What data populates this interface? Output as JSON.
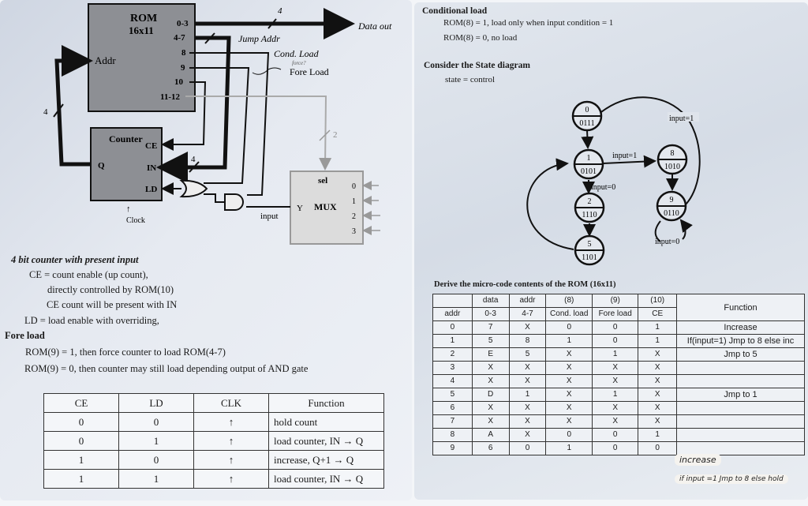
{
  "left_page": {
    "diagram": {
      "rom_title": "ROM",
      "rom_size": "16x11",
      "rom_addr": "Addr",
      "rom_pins": [
        "0-3",
        "4-7",
        "8",
        "9",
        "10",
        "11-12"
      ],
      "bus_width_data": "4",
      "bus_width_feedback": "4",
      "bus_width_in": "4",
      "bus_width_sel": "2",
      "data_out": "Data out",
      "jump_addr": "Jump Addr",
      "cond_load": "Cond. Load",
      "fore_load": "Fore Load",
      "fore_note": "force?",
      "counter_title": "Counter",
      "counter_pins": [
        "CE",
        "IN",
        "LD"
      ],
      "counter_q": "Q",
      "clock": "Clock",
      "mux_sel": "sel",
      "mux_title": "MUX",
      "mux_y": "Y",
      "mux_inputs": [
        "0",
        "1",
        "2",
        "3"
      ],
      "input_label": "input"
    },
    "description": {
      "heading": "4 bit counter with present input",
      "lines": [
        "CE = count enable (up count),",
        "directly controlled by ROM(10)",
        "CE count will be present with IN",
        "LD = load enable with overriding,"
      ],
      "fore_heading": "Fore load",
      "fore_lines": [
        "ROM(9) = 1, then force counter to load ROM(4-7)",
        "ROM(9) = 0, then counter may still load depending output of AND gate"
      ]
    },
    "counter_table": {
      "headers": [
        "CE",
        "LD",
        "CLK",
        "Function"
      ],
      "rows": [
        [
          "0",
          "0",
          "↑",
          "hold count"
        ],
        [
          "0",
          "1",
          "↑",
          "load counter, IN → Q"
        ],
        [
          "1",
          "0",
          "↑",
          "increase, Q+1 → Q"
        ],
        [
          "1",
          "1",
          "↑",
          "load counter, IN → Q"
        ]
      ]
    }
  },
  "right_page": {
    "cond_heading": "Conditional load",
    "cond_lines": [
      "ROM(8) = 1, load only when input condition = 1",
      "ROM(8) = 0, no load"
    ],
    "state_heading": "Consider the State diagram",
    "state_sub": "state = control",
    "states": [
      {
        "id": "0",
        "code": "0111"
      },
      {
        "id": "1",
        "code": "0101"
      },
      {
        "id": "2",
        "code": "1110"
      },
      {
        "id": "5",
        "code": "1101"
      },
      {
        "id": "8",
        "code": "1010"
      },
      {
        "id": "9",
        "code": "0110"
      }
    ],
    "transitions": {
      "t1_8": "input=1",
      "t1_2": "input=0",
      "t9_0": "input=1",
      "t9_9": "input=0"
    },
    "rom_table": {
      "title": "Derive the micro-code contents of the ROM (16x11)",
      "header_top": [
        "",
        "data",
        "addr",
        "(8)",
        "(9)",
        "(10)"
      ],
      "header_bottom": [
        "addr",
        "0-3",
        "4-7",
        "Cond. load",
        "Fore load",
        "CE"
      ],
      "function_header": "Function",
      "rows": [
        [
          "0",
          "7",
          "X",
          "0",
          "0",
          "1"
        ],
        [
          "1",
          "5",
          "8",
          "1",
          "0",
          "1"
        ],
        [
          "2",
          "E",
          "5",
          "X",
          "1",
          "X"
        ],
        [
          "3",
          "X",
          "X",
          "X",
          "X",
          "X"
        ],
        [
          "4",
          "X",
          "X",
          "X",
          "X",
          "X"
        ],
        [
          "5",
          "D",
          "1",
          "X",
          "1",
          "X"
        ],
        [
          "6",
          "X",
          "X",
          "X",
          "X",
          "X"
        ],
        [
          "7",
          "X",
          "X",
          "X",
          "X",
          "X"
        ],
        [
          "8",
          "A",
          "X",
          "0",
          "0",
          "1"
        ],
        [
          "9",
          "6",
          "0",
          "1",
          "0",
          "0"
        ]
      ],
      "functions": [
        "Increase",
        "If(input=1) Jmp to 8 else inc",
        "Jmp to 5",
        "",
        "",
        "Jmp to 1",
        "",
        "",
        "",
        ""
      ],
      "handwritten": [
        "increase",
        "if input =1 Jmp to 8 else hold"
      ]
    }
  }
}
